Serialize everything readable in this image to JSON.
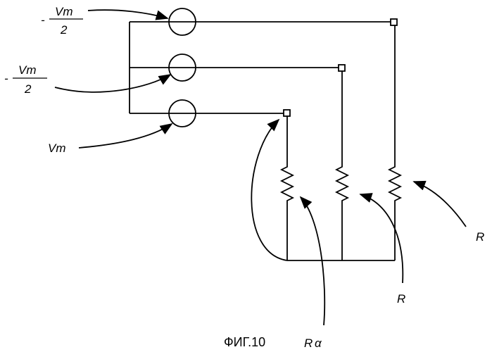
{
  "labels": {
    "source_top": {
      "sign": "-",
      "numerator": "Vm",
      "denominator": "2"
    },
    "source_middle": {
      "sign": "-",
      "numerator": "Vm",
      "denominator": "2"
    },
    "source_bottom": "Vm",
    "resistor_left": {
      "base": "R",
      "subscript": "α"
    },
    "resistor_middle": "R",
    "resistor_right": "R"
  },
  "caption": "ФИГ.10"
}
